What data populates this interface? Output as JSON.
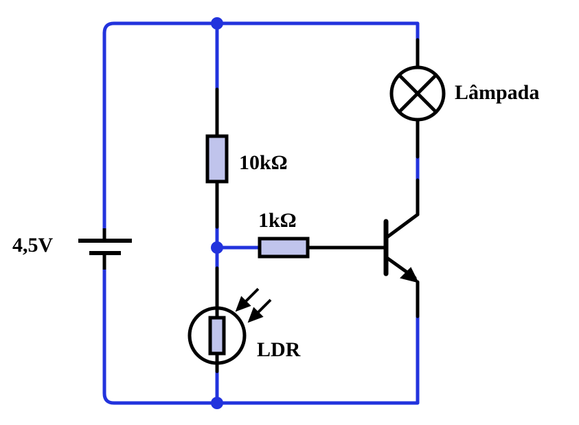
{
  "labels": {
    "battery": "4,5V",
    "resistor_top": "10kΩ",
    "resistor_base": "1kΩ",
    "lamp": "Lâmpada",
    "ldr": "LDR"
  },
  "colors": {
    "wire_blue": "#2233dd",
    "wire_black": "#000000",
    "component_fill": "#c0c4ec",
    "node_blue": "#2233dd",
    "background": "#ffffff"
  }
}
